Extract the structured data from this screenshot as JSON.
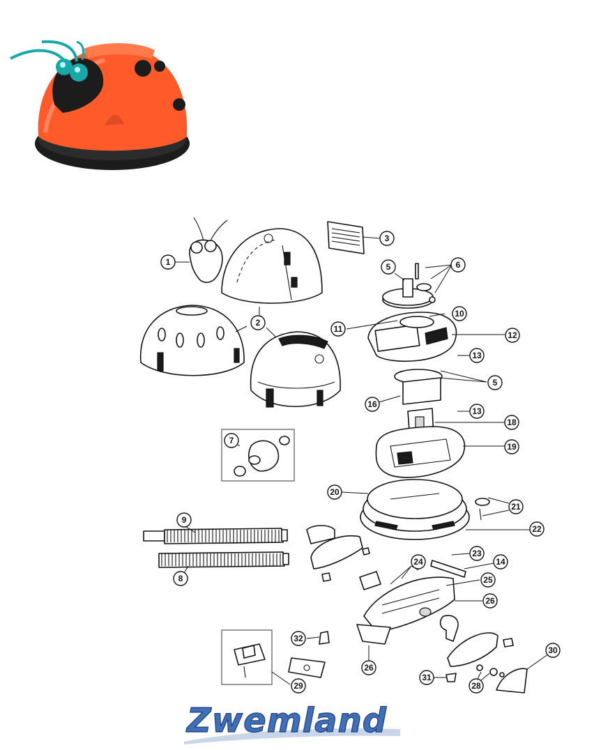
{
  "labels": [
    {
      "id": "1",
      "text": "1"
    },
    {
      "id": "2",
      "text": "2"
    },
    {
      "id": "3",
      "text": "3"
    },
    {
      "id": "5a",
      "text": "5"
    },
    {
      "id": "5b",
      "text": "5"
    },
    {
      "id": "6",
      "text": "6"
    },
    {
      "id": "7",
      "text": "7"
    },
    {
      "id": "8",
      "text": "8"
    },
    {
      "id": "9",
      "text": "9"
    },
    {
      "id": "10",
      "text": "10"
    },
    {
      "id": "11",
      "text": "11"
    },
    {
      "id": "12",
      "text": "12"
    },
    {
      "id": "13a",
      "text": "13"
    },
    {
      "id": "13b",
      "text": "13"
    },
    {
      "id": "14",
      "text": "14"
    },
    {
      "id": "16",
      "text": "16"
    },
    {
      "id": "18",
      "text": "18"
    },
    {
      "id": "19",
      "text": "19"
    },
    {
      "id": "20",
      "text": "20"
    },
    {
      "id": "21",
      "text": "21"
    },
    {
      "id": "22",
      "text": "22"
    },
    {
      "id": "23",
      "text": "23"
    },
    {
      "id": "24",
      "text": "24"
    },
    {
      "id": "25",
      "text": "25"
    },
    {
      "id": "26a",
      "text": "26"
    },
    {
      "id": "26b",
      "text": "26"
    },
    {
      "id": "28",
      "text": "28"
    },
    {
      "id": "29",
      "text": "29"
    },
    {
      "id": "30",
      "text": "30"
    },
    {
      "id": "31",
      "text": "31"
    },
    {
      "id": "32",
      "text": "32"
    }
  ],
  "brand": {
    "logo_text": "Zwemland"
  },
  "colors": {
    "robot_body": "#ff5a2a",
    "robot_base": "#1c1c1c",
    "eyes": "#1aa7a7",
    "brand_blue": "#3f6fb6"
  },
  "icons": {
    "product_photo": "ladybug-pool-robot-icon"
  }
}
